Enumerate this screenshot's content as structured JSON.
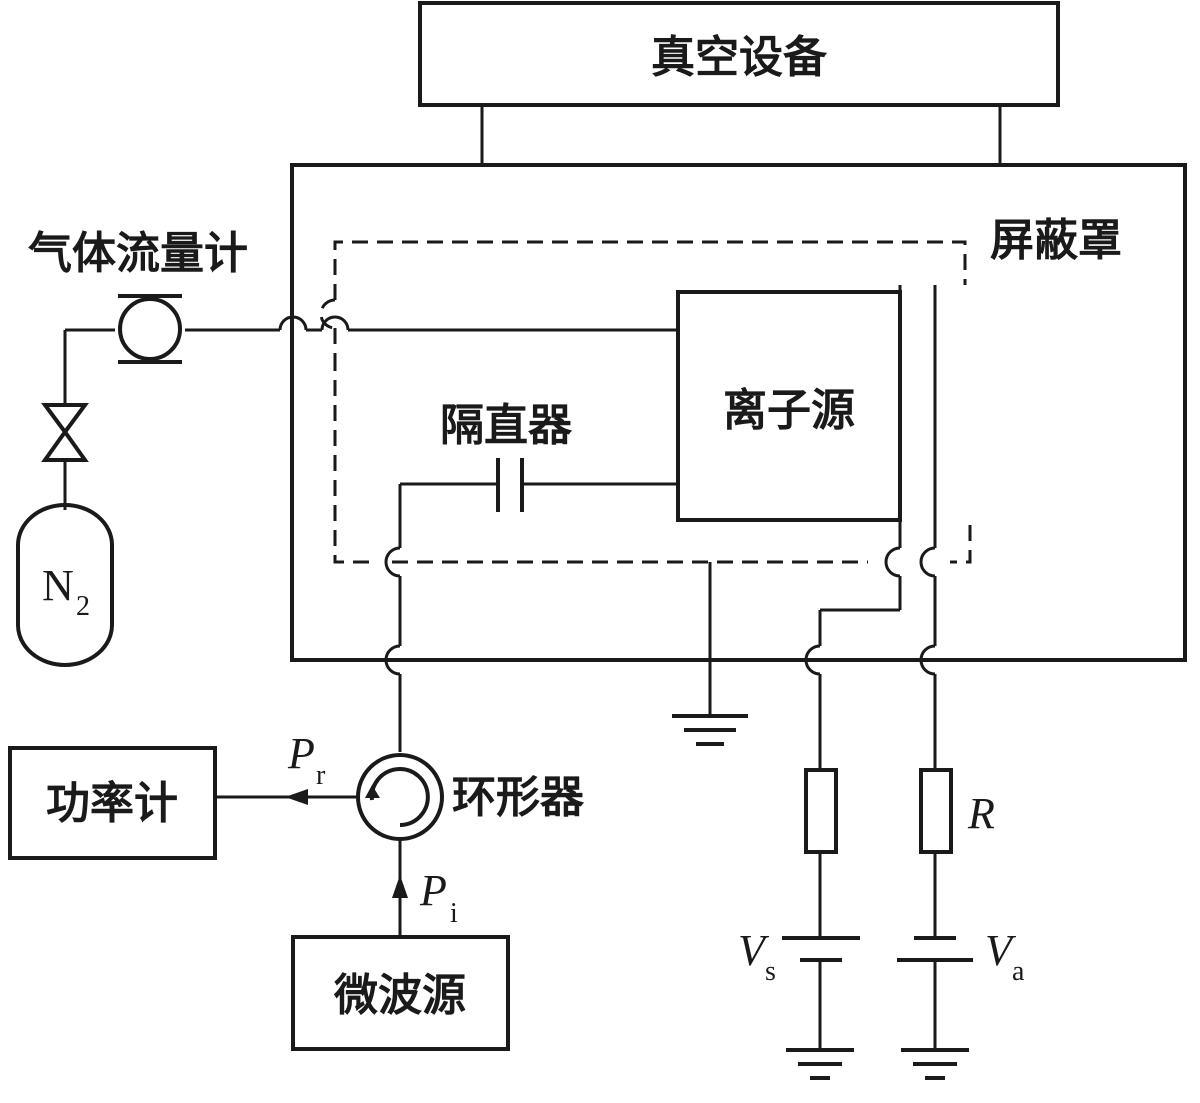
{
  "labels": {
    "vacuum": "真空设备",
    "shield": "屏蔽罩",
    "flowmeter": "气体流量计",
    "dc_block": "隔直器",
    "ion_source": "离子源",
    "power_meter": "功率计",
    "circulator": "环形器",
    "microwave": "微波源",
    "gas": "N",
    "gas_sub": "2"
  },
  "symbols": {
    "pr_main": "P",
    "pr_sub": "r",
    "pi_main": "P",
    "pi_sub": "i",
    "resistor": "R",
    "vs_main": "V",
    "vs_sub": "s",
    "va_main": "V",
    "va_sub": "a"
  }
}
